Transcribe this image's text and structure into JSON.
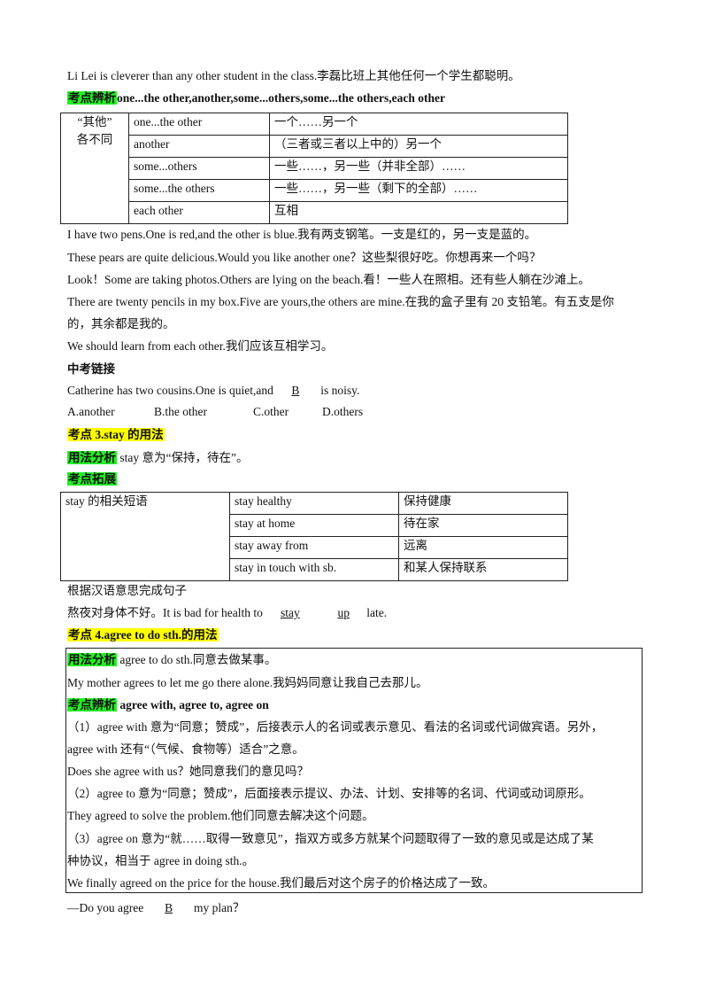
{
  "intro_sentence": "Li Lei is cleverer than any other student in the class.李磊比班上其他任何一个学生都聪明。",
  "sec1": {
    "tag": "考点辨析",
    "title": "one...the other,another,some...others,some...the others,each other",
    "table": {
      "category_line1": "“其他”",
      "category_line2": "各不同",
      "rows": [
        [
          "one...the other",
          "一个……另一个"
        ],
        [
          "another",
          "（三者或三者以上中的）另一个"
        ],
        [
          "some...others",
          "一些……，另一些（并非全部）……"
        ],
        [
          "some...the others",
          "一些……，另一些（剩下的全部）……"
        ],
        [
          "each other",
          "互相"
        ]
      ]
    },
    "examples": [
      "I have two pens.One is red,and the other is blue.我有两支钢笔。一支是红的，另一支是蓝的。",
      "These pears are quite delicious.Would you like another one？这些梨很好吃。你想再来一个吗？",
      "Look！Some are taking photos.Others are lying on the beach.看！一些人在照相。还有些人躺在沙滩上。",
      "There are twenty pencils in my box.Five are yours,the others are mine.在我的盒子里有 20 支铅笔。有五支是你",
      "的，其余都是我的。",
      "We should learn from each other.我们应该互相学习。"
    ]
  },
  "exam_link": {
    "heading": "中考链接",
    "question_pre": "Catherine has two cousins.One is quiet,and",
    "answer": "B",
    "question_post": "is noisy.",
    "options": [
      "A.another",
      "B.the other",
      "C.other",
      "D.others"
    ]
  },
  "sec3": {
    "title": "考点 3.stay 的用法",
    "usage_tag": "用法分析",
    "usage_text": "stay  意为“保持，待在”。",
    "ext_tag": "考点拓展",
    "table": {
      "category": "stay 的相关短语",
      "rows": [
        [
          "stay healthy",
          "保持健康"
        ],
        [
          "stay at home",
          "待在家"
        ],
        [
          "stay away from",
          "远离"
        ],
        [
          "stay in touch with sb.",
          "和某人保持联系"
        ]
      ]
    },
    "exercise_title": "根据汉语意思完成句子",
    "exercise_pre": "熬夜对身体不好。It is bad for health to",
    "blank1": "stay",
    "blank2": "up",
    "exercise_post": "late."
  },
  "sec4": {
    "title": "考点 4.agree to do sth.的用法",
    "usage_tag": "用法分析",
    "usage_text": "agree to do sth.同意去做某事。",
    "usage_example": "My mother agrees to let me go there alone.我妈妈同意让我自己去那儿。",
    "analysis_tag": "考点辨析",
    "analysis_title": "agree with, agree to, agree on",
    "lines": [
      "（1）agree with 意为“同意；赞成”，后接表示人的名词或表示意见、看法的名词或代词做宾语。另外，",
      "agree with 还有“（气候、食物等）适合”之意。",
      "Does she agree with us？她同意我们的意见吗？",
      "（2）agree to 意为“同意；赞成”，后面接表示提议、办法、计划、安排等的名词、代词或动词原形。",
      "They agreed to solve the problem.他们同意去解决这个问题。",
      "（3）agree on 意为“就……取得一致意见”，指双方或多方就某个问题取得了一致的意见或是达成了某",
      "种协议，相当于 agree in doing sth.。",
      "We finally agreed on the price for the house.我们最后对这个房子的价格达成了一致。"
    ],
    "question_pre": "—Do you agree",
    "answer": "B",
    "question_post": "my plan？"
  }
}
